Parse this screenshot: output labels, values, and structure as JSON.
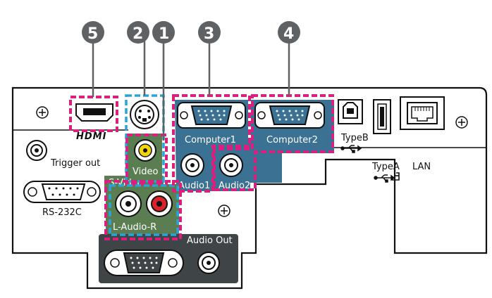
{
  "callouts": [
    "5",
    "2",
    "1",
    "3",
    "4"
  ],
  "ports": {
    "hdmi_logo": "HDMI",
    "trigger_out": "Trigger out",
    "rs232c": "RS-232C",
    "svideo": "S-Video",
    "video": "Video",
    "l_audio_r": "L-Audio-R",
    "computer1": "Computer1",
    "computer2": "Computer2",
    "audio1": "Audio1",
    "audio2": "Audio2",
    "audio_out": "Audio Out",
    "typeb": "TypeB",
    "typea": "TypeA",
    "lan": "LAN"
  },
  "colors": {
    "callout_badge": "#5f6265",
    "panel_dark": "#3f4447",
    "computer_blue": "#3b7193",
    "video_green": "#5a7e52",
    "highlight_magenta": "#d8217f",
    "highlight_cyan": "#2aa3d6",
    "rca_yellow": "#f2d60a",
    "rca_red": "#d8232a"
  }
}
